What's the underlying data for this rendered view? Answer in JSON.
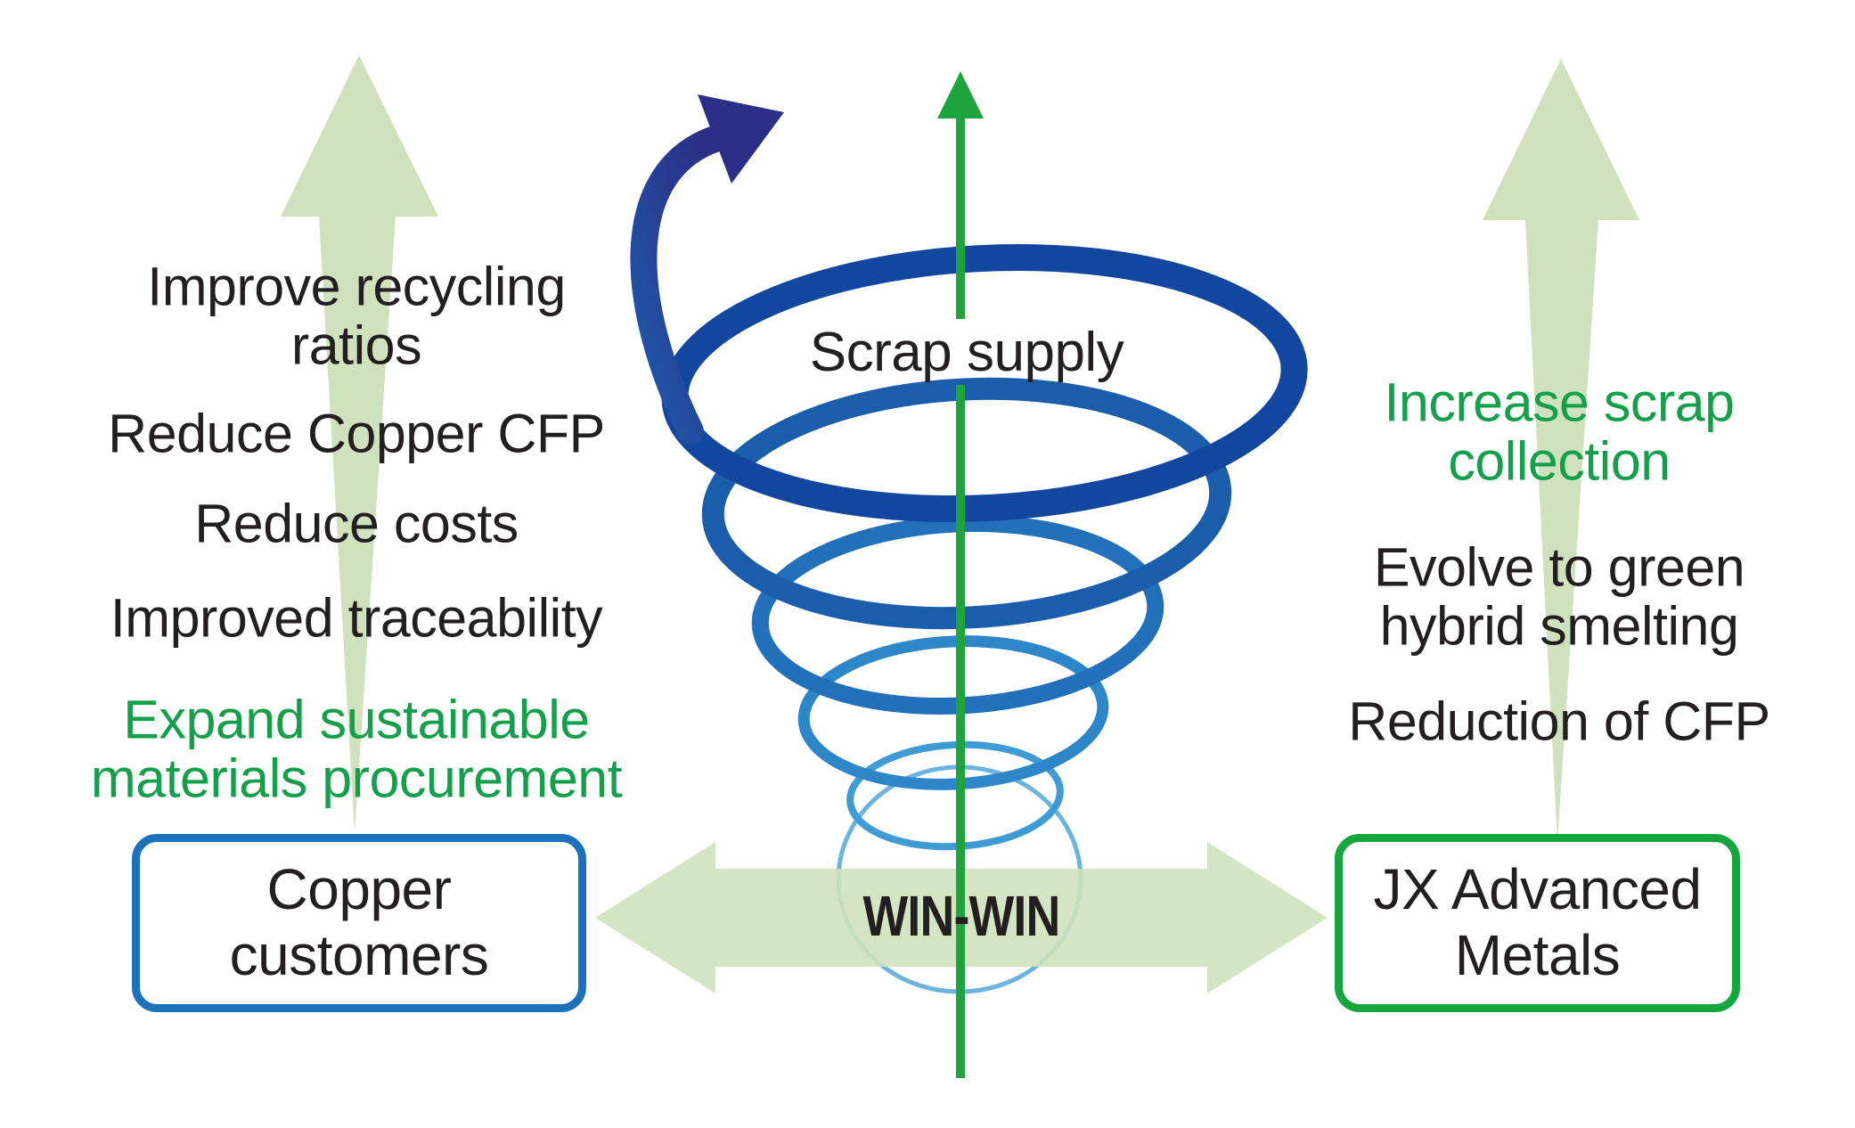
{
  "colors": {
    "text_black": "#231f20",
    "green_text": "#14a04a",
    "light_green": "#cfe2bd",
    "axis_green": "#1fa33d",
    "navy": "#2b2f87",
    "spiral_blue_dark": "#13479f",
    "spiral_blue_light": "#52a5d9",
    "blue_box_border": "#1b72bb",
    "green_box_border": "#17a53e"
  },
  "left_column": {
    "benefit_lines": [
      "Improve recycling",
      "ratios",
      "Reduce Copper CFP",
      "Reduce costs",
      "Improved traceability"
    ],
    "green_lines": [
      "Expand sustainable",
      "materials procurement"
    ],
    "box_lines": [
      "Copper",
      "customers"
    ]
  },
  "right_column": {
    "green_lines": [
      "Increase scrap",
      "collection"
    ],
    "benefit_lines": [
      "Evolve to green",
      "hybrid smelting",
      "Reduction of CFP"
    ],
    "box_lines": [
      "JX Advanced",
      "Metals"
    ]
  },
  "center": {
    "spiral_label": "Scrap supply",
    "winwin_label": "WIN-WIN"
  }
}
